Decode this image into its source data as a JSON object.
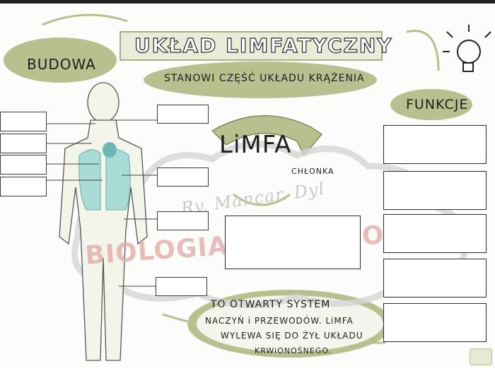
{
  "title": "UKŁAD LIMFATYCZNY",
  "budowa_label": "BUDOWA",
  "subtitle": "STANOWI CZĘŚĆ UKŁADU KRĄŻENIA",
  "funkcje_label": "FUNKCJE",
  "limfa_label": "LiMFA",
  "chlonka_label": "CHŁONKA",
  "info": {
    "line1": "TO OTWARTY SYSTEM",
    "line2": "NACZYŃ i PRZEWODÓW. LiMFA",
    "line3": "WYLEWA SIĘ DO ŻYŁ UKŁADU",
    "line4": "KRWiONOŚNEGO."
  },
  "watermark": {
    "text": "BIOLOGIA - LUBIĘTO",
    "signature": "Ry, Mancar. Dyl"
  },
  "colors": {
    "sage": "#b7c08e",
    "sage_dark": "#8f9a62",
    "lung": "#a9dcd7",
    "watermark_red": "#e2a7a2"
  },
  "icons": [
    "lightbulb-icon",
    "arrow-icon",
    "human-body-figure"
  ]
}
